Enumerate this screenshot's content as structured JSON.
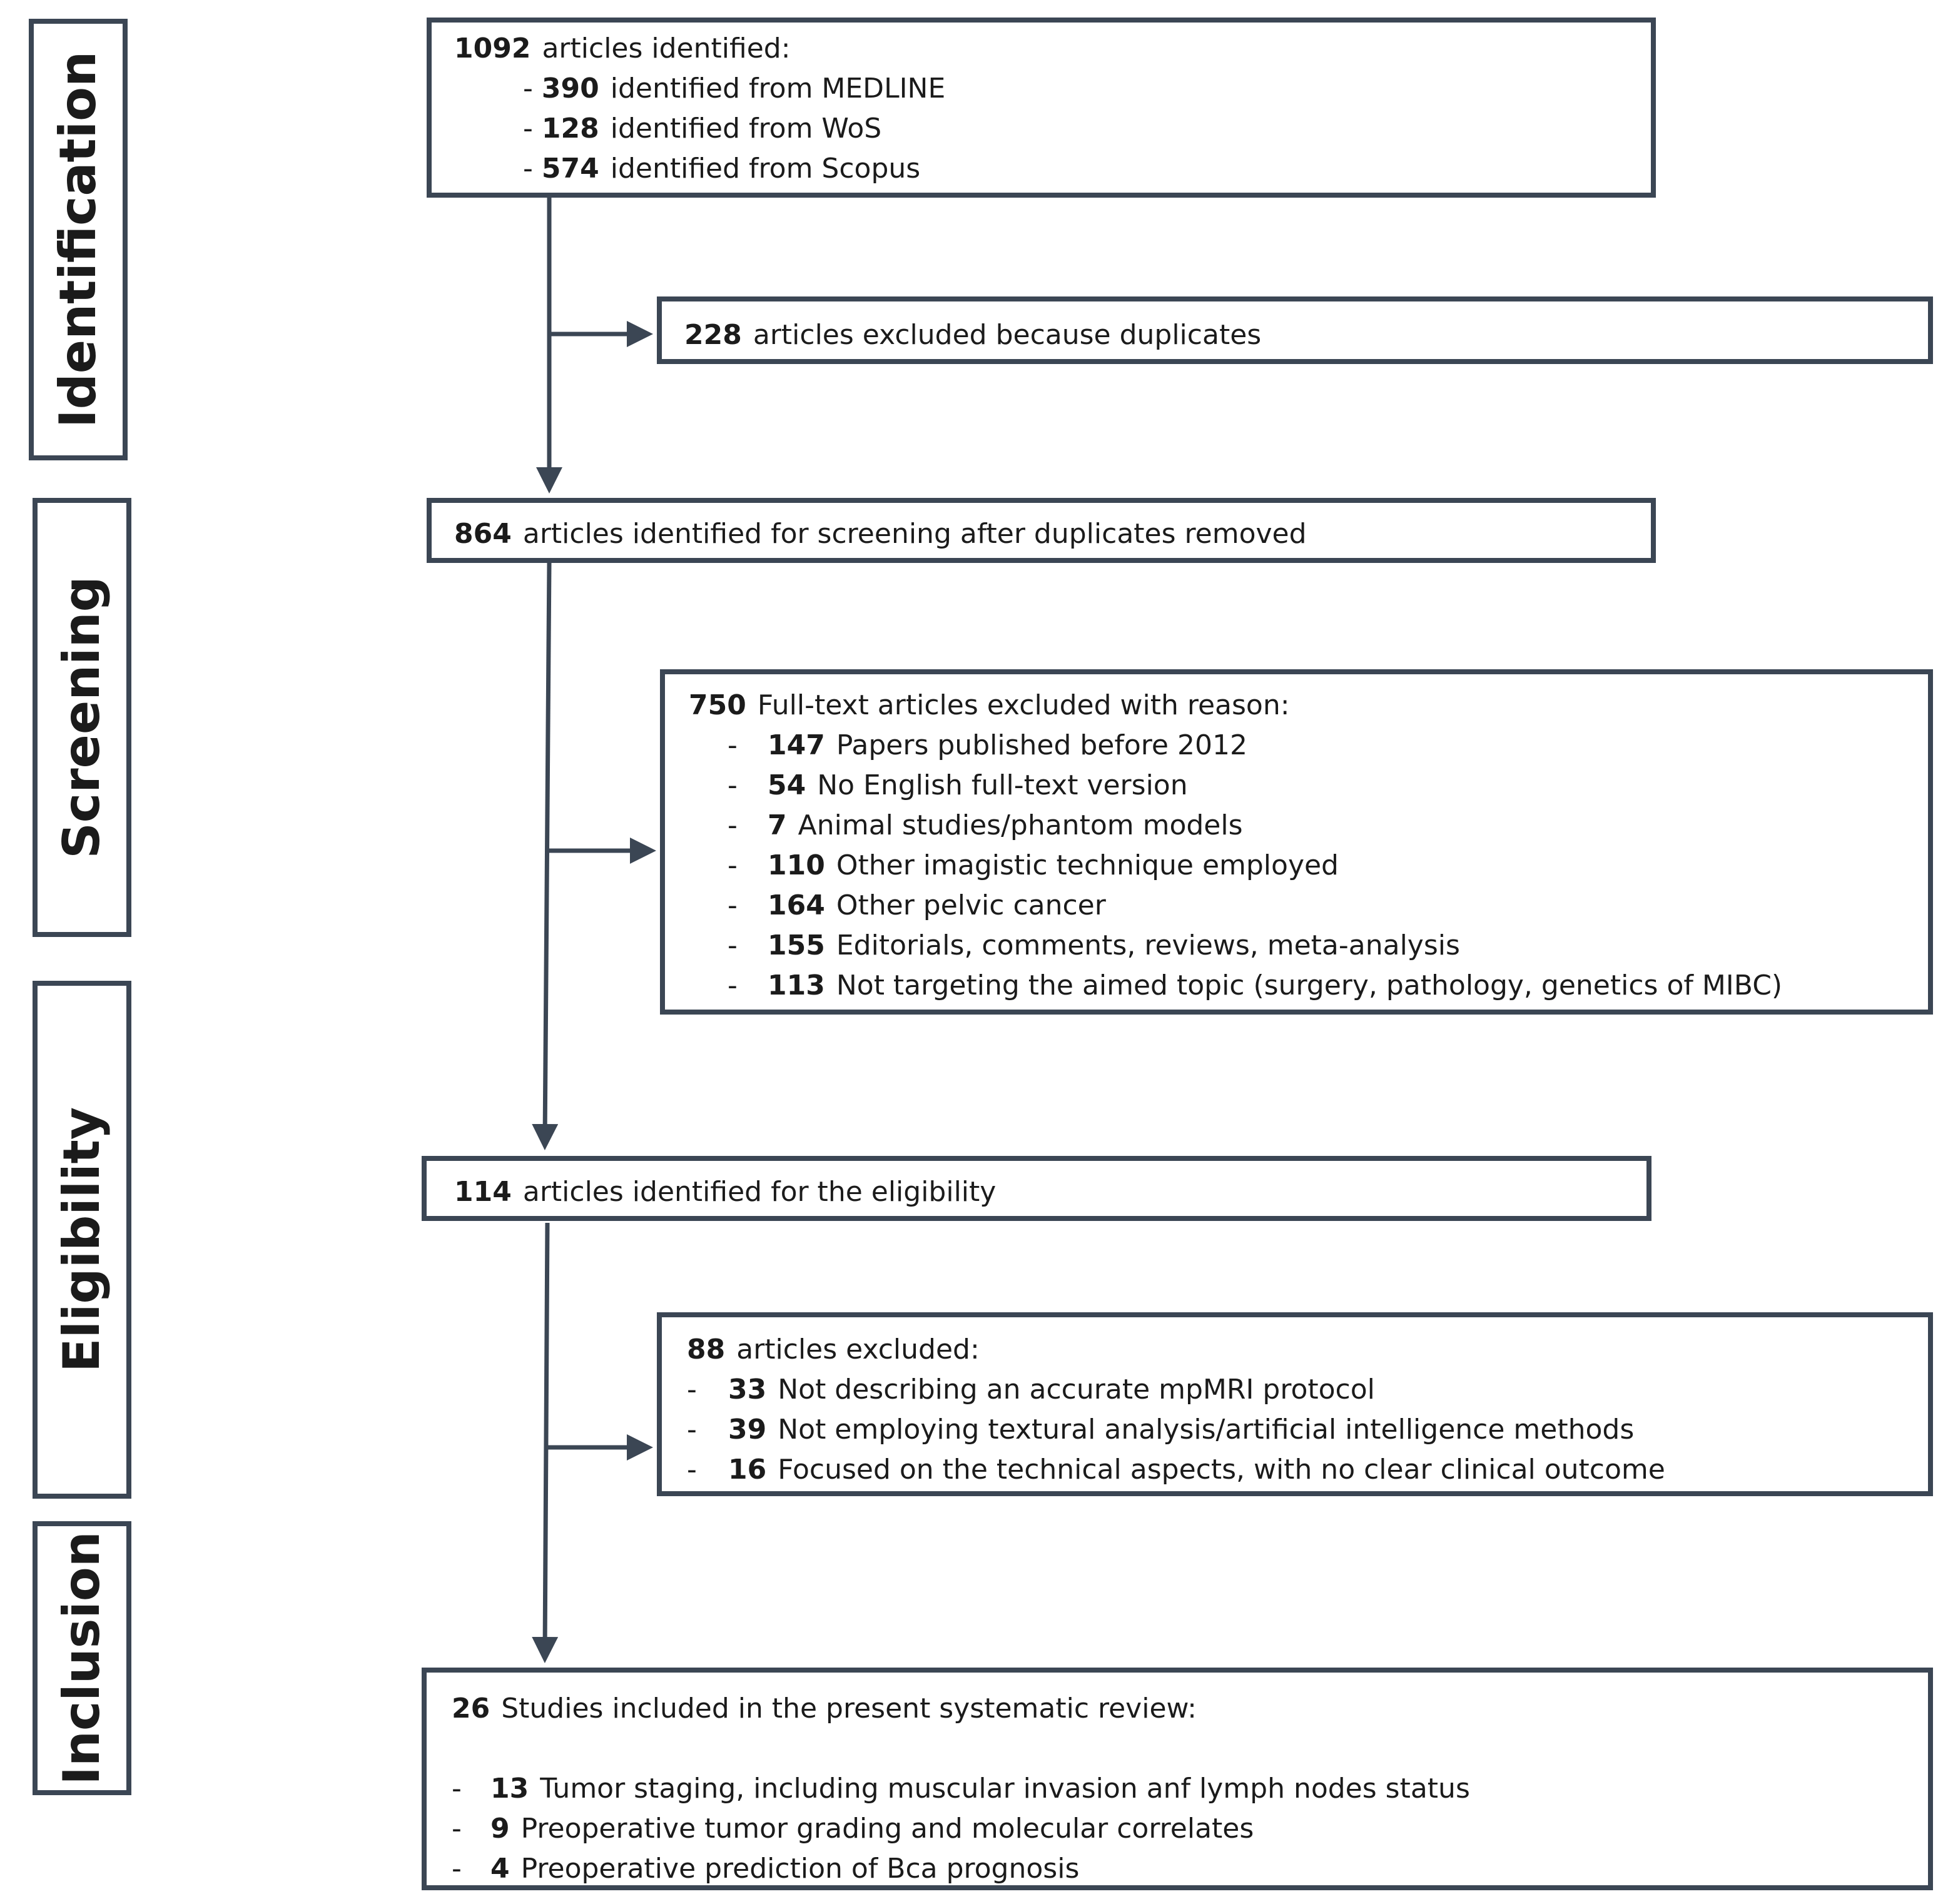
{
  "stages": [
    {
      "label": "Identification"
    },
    {
      "label": "Screening"
    },
    {
      "label": "Eligibility"
    },
    {
      "label": "Inclusion"
    }
  ],
  "identified": {
    "count": "1092",
    "text": "articles identified:",
    "items": [
      {
        "dash": "-",
        "count": "390",
        "text": "identified from MEDLINE"
      },
      {
        "dash": "-",
        "count": "128",
        "text": "identified from WoS"
      },
      {
        "dash": "-",
        "count": "574",
        "text": "identified from Scopus"
      }
    ]
  },
  "duplicates": {
    "count": "228",
    "text": "articles excluded because duplicates"
  },
  "screening": {
    "count": "864",
    "text": "articles identified  for screening after duplicates removed"
  },
  "screen_excluded": {
    "count": "750",
    "text": "Full-text articles excluded with reason:",
    "items": [
      {
        "dash": "-",
        "count": "147",
        "text": "Papers published before 2012"
      },
      {
        "dash": "-",
        "count": "54",
        "text": "No English full-text version"
      },
      {
        "dash": "-",
        "count": "7",
        "text": "Animal studies/phantom models"
      },
      {
        "dash": "-",
        "count": "110",
        "text": "Other imagistic technique employed"
      },
      {
        "dash": "-",
        "count": "164",
        "text": "Other pelvic cancer"
      },
      {
        "dash": "-",
        "count": "155",
        "text": "Editorials, comments, reviews, meta-analysis"
      },
      {
        "dash": "-",
        "count": "113",
        "text": "Not targeting the aimed topic (surgery, pathology, genetics of MIBC)"
      }
    ]
  },
  "eligibility": {
    "count": "114",
    "text": "articles identified for the eligibility"
  },
  "elig_excluded": {
    "count": "88",
    "text": "articles excluded:",
    "items": [
      {
        "dash": "-",
        "count": "33",
        "text": "Not describing an accurate mpMRI protocol"
      },
      {
        "dash": "-",
        "count": "39",
        "text": "Not employing textural analysis/artificial intelligence methods"
      },
      {
        "dash": "-",
        "count": "16",
        "text": "Focused on the technical aspects, with no clear clinical outcome"
      }
    ]
  },
  "included": {
    "count": "26",
    "text": "Studies included in the present systematic review:",
    "items": [
      {
        "dash": "-",
        "count": "13",
        "text": "Tumor staging, including muscular invasion anf lymph nodes status"
      },
      {
        "dash": "-",
        "count": "9",
        "text": "Preoperative tumor grading and molecular correlates"
      },
      {
        "dash": "-",
        "count": "4",
        "text": "Preoperative prediction of Bca prognosis"
      }
    ]
  },
  "colors": {
    "border": "#3b4654",
    "arrow": "#3b4654",
    "text": "#1b1b1b"
  }
}
